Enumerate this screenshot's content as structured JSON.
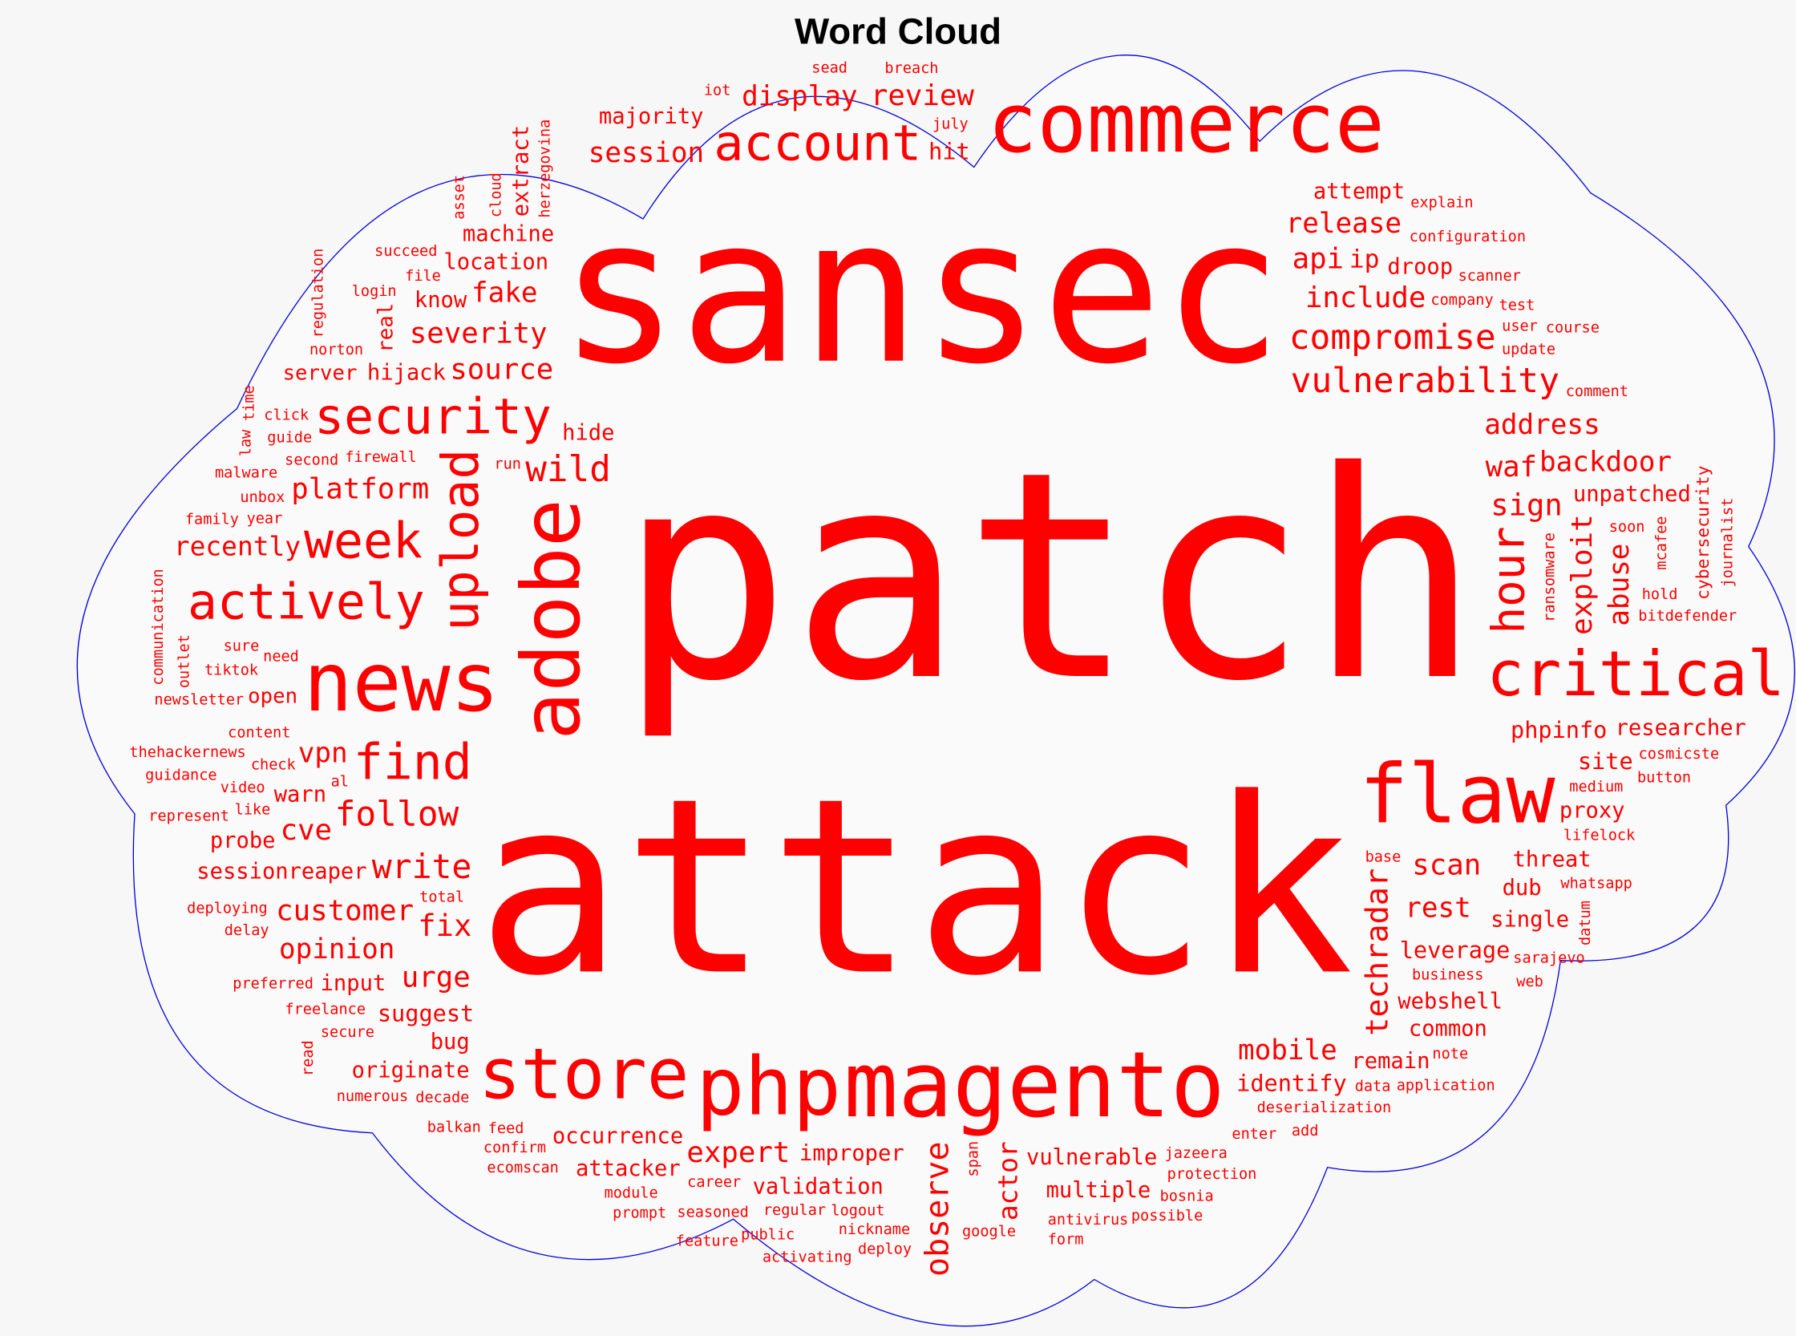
{
  "chart_data": {
    "type": "wordcloud",
    "title": "Word Cloud",
    "colors": {
      "words": "#ff0000",
      "outline": "#0000dd",
      "background": "#f7f7f7"
    },
    "shape": "cloud",
    "words": [
      {
        "text": "patch",
        "weight": 1.0
      },
      {
        "text": "attack",
        "weight": 0.848
      },
      {
        "text": "sansec",
        "weight": 0.7
      },
      {
        "text": "magento",
        "weight": 0.316
      },
      {
        "text": "commerce",
        "weight": 0.288
      },
      {
        "text": "news",
        "weight": 0.284
      },
      {
        "text": "flaw",
        "weight": 0.284
      },
      {
        "text": "adobe",
        "weight": 0.28
      },
      {
        "text": "php",
        "weight": 0.28
      },
      {
        "text": "store",
        "weight": 0.244
      },
      {
        "text": "critical",
        "weight": 0.216
      },
      {
        "text": "upload",
        "weight": 0.176
      },
      {
        "text": "security",
        "weight": 0.172
      },
      {
        "text": "account",
        "weight": 0.172
      },
      {
        "text": "actively",
        "weight": 0.172
      },
      {
        "text": "week",
        "weight": 0.172
      },
      {
        "text": "find",
        "weight": 0.172
      },
      {
        "text": "hour",
        "weight": 0.156
      },
      {
        "text": "wild",
        "weight": 0.124
      },
      {
        "text": "vulnerability",
        "weight": 0.12
      },
      {
        "text": "compromise",
        "weight": 0.12
      },
      {
        "text": "follow",
        "weight": 0.12
      },
      {
        "text": "write",
        "weight": 0.116
      },
      {
        "text": "observe",
        "weight": 0.112
      },
      {
        "text": "techradar",
        "weight": 0.108
      },
      {
        "text": "sign",
        "weight": 0.104
      },
      {
        "text": "fix",
        "weight": 0.104
      },
      {
        "text": "include",
        "weight": 0.1
      },
      {
        "text": "review",
        "weight": 0.1
      },
      {
        "text": "source",
        "weight": 0.1
      },
      {
        "text": "severity",
        "weight": 0.1
      },
      {
        "text": "platform",
        "weight": 0.1
      },
      {
        "text": "waf",
        "weight": 0.1
      },
      {
        "text": "api",
        "weight": 0.1
      },
      {
        "text": "scan",
        "weight": 0.1
      },
      {
        "text": "cve",
        "weight": 0.1
      },
      {
        "text": "customer",
        "weight": 0.1
      },
      {
        "text": "urge",
        "weight": 0.1
      },
      {
        "text": "expert",
        "weight": 0.1
      },
      {
        "text": "exploit",
        "weight": 0.1
      },
      {
        "text": "address",
        "weight": 0.096
      },
      {
        "text": "backdoor",
        "weight": 0.096
      },
      {
        "text": "release",
        "weight": 0.096
      },
      {
        "text": "session",
        "weight": 0.096
      },
      {
        "text": "display",
        "weight": 0.096
      },
      {
        "text": "fake",
        "weight": 0.096
      },
      {
        "text": "vpn",
        "weight": 0.096
      },
      {
        "text": "rest",
        "weight": 0.096
      },
      {
        "text": "opinion",
        "weight": 0.096
      },
      {
        "text": "mobile",
        "weight": 0.096
      },
      {
        "text": "abuse",
        "weight": 0.096
      },
      {
        "text": "recently",
        "weight": 0.092
      },
      {
        "text": "actor",
        "weight": 0.092
      },
      {
        "text": "ip",
        "weight": 0.088
      },
      {
        "text": "hit",
        "weight": 0.08
      },
      {
        "text": "phpinfo",
        "weight": 0.08
      },
      {
        "text": "site",
        "weight": 0.08
      },
      {
        "text": "suggest",
        "weight": 0.08
      },
      {
        "text": "leverage",
        "weight": 0.08
      },
      {
        "text": "identify",
        "weight": 0.08
      },
      {
        "text": "majority",
        "weight": 0.076
      },
      {
        "text": "location",
        "weight": 0.076
      },
      {
        "text": "hijack",
        "weight": 0.076
      },
      {
        "text": "hide",
        "weight": 0.076
      },
      {
        "text": "droop",
        "weight": 0.076
      },
      {
        "text": "attempt",
        "weight": 0.076
      },
      {
        "text": "unpatched",
        "weight": 0.076
      },
      {
        "text": "threat",
        "weight": 0.076
      },
      {
        "text": "machine",
        "weight": 0.076
      },
      {
        "text": "know",
        "weight": 0.076
      },
      {
        "text": "dub",
        "weight": 0.076
      },
      {
        "text": "vulnerable",
        "weight": 0.076
      },
      {
        "text": "proxy",
        "weight": 0.076
      },
      {
        "text": "researcher",
        "weight": 0.076
      },
      {
        "text": "sessionreaper",
        "weight": 0.076
      },
      {
        "text": "warn",
        "weight": 0.076
      },
      {
        "text": "validation",
        "weight": 0.076
      },
      {
        "text": "webshell",
        "weight": 0.076
      },
      {
        "text": "single",
        "weight": 0.076
      },
      {
        "text": "probe",
        "weight": 0.076
      },
      {
        "text": "input",
        "weight": 0.076
      },
      {
        "text": "common",
        "weight": 0.076
      },
      {
        "text": "remain",
        "weight": 0.076
      },
      {
        "text": "bug",
        "weight": 0.076
      },
      {
        "text": "originate",
        "weight": 0.076
      },
      {
        "text": "occurrence",
        "weight": 0.076
      },
      {
        "text": "multiple",
        "weight": 0.076
      },
      {
        "text": "attacker",
        "weight": 0.076
      },
      {
        "text": "improper",
        "weight": 0.076
      },
      {
        "text": "extract",
        "weight": 0.076
      },
      {
        "text": "server",
        "weight": 0.072
      },
      {
        "text": "real",
        "weight": 0.072
      },
      {
        "text": "open",
        "weight": 0.072
      },
      {
        "text": "file",
        "weight": 0.052
      },
      {
        "text": "firewall",
        "weight": 0.052
      },
      {
        "text": "second",
        "weight": 0.052
      },
      {
        "text": "norton",
        "weight": 0.052
      },
      {
        "text": "run",
        "weight": 0.052
      },
      {
        "text": "login",
        "weight": 0.052
      },
      {
        "text": "guide",
        "weight": 0.052
      },
      {
        "text": "succeed",
        "weight": 0.052
      },
      {
        "text": "click",
        "weight": 0.052
      },
      {
        "text": "year",
        "weight": 0.052
      },
      {
        "text": "need",
        "weight": 0.052
      },
      {
        "text": "sure",
        "weight": 0.052
      },
      {
        "text": "unbox",
        "weight": 0.052
      },
      {
        "text": "family",
        "weight": 0.052
      },
      {
        "text": "tiktok",
        "weight": 0.052
      },
      {
        "text": "content",
        "weight": 0.052
      },
      {
        "text": "newsletter",
        "weight": 0.052
      },
      {
        "text": "check",
        "weight": 0.052
      },
      {
        "text": "malware",
        "weight": 0.052
      },
      {
        "text": "like",
        "weight": 0.052
      },
      {
        "text": "video",
        "weight": 0.052
      },
      {
        "text": "al",
        "weight": 0.052
      },
      {
        "text": "thehackernews",
        "weight": 0.052
      },
      {
        "text": "deploying",
        "weight": 0.052
      },
      {
        "text": "freelance",
        "weight": 0.052
      },
      {
        "text": "delay",
        "weight": 0.052
      },
      {
        "text": "preferred",
        "weight": 0.052
      },
      {
        "text": "total",
        "weight": 0.052
      },
      {
        "text": "secure",
        "weight": 0.052
      },
      {
        "text": "decade",
        "weight": 0.052
      },
      {
        "text": "feed",
        "weight": 0.052
      },
      {
        "text": "confirm",
        "weight": 0.052
      },
      {
        "text": "balkan",
        "weight": 0.052
      },
      {
        "text": "numerous",
        "weight": 0.052
      },
      {
        "text": "ecomscan",
        "weight": 0.052
      },
      {
        "text": "career",
        "weight": 0.052
      },
      {
        "text": "module",
        "weight": 0.052
      },
      {
        "text": "regular",
        "weight": 0.052
      },
      {
        "text": "seasoned",
        "weight": 0.052
      },
      {
        "text": "represent",
        "weight": 0.052
      },
      {
        "text": "logout",
        "weight": 0.052
      },
      {
        "text": "nickname",
        "weight": 0.052
      },
      {
        "text": "public",
        "weight": 0.052
      },
      {
        "text": "deploy",
        "weight": 0.052
      },
      {
        "text": "prompt",
        "weight": 0.052
      },
      {
        "text": "google",
        "weight": 0.052
      },
      {
        "text": "activating",
        "weight": 0.052
      },
      {
        "text": "feature",
        "weight": 0.052
      },
      {
        "text": "antivirus",
        "weight": 0.052
      },
      {
        "text": "deserialization",
        "weight": 0.052
      },
      {
        "text": "guidance",
        "weight": 0.052
      },
      {
        "text": "base",
        "weight": 0.052
      },
      {
        "text": "jazeera",
        "weight": 0.052
      },
      {
        "text": "business",
        "weight": 0.052
      },
      {
        "text": "enter",
        "weight": 0.052
      },
      {
        "text": "data",
        "weight": 0.052
      },
      {
        "text": "add",
        "weight": 0.052
      },
      {
        "text": "application",
        "weight": 0.052
      },
      {
        "text": "protection",
        "weight": 0.052
      },
      {
        "text": "bosnia",
        "weight": 0.052
      },
      {
        "text": "possible",
        "weight": 0.052
      },
      {
        "text": "form",
        "weight": 0.052
      },
      {
        "text": "note",
        "weight": 0.052
      },
      {
        "text": "sarajevo",
        "weight": 0.052
      },
      {
        "text": "whatsapp",
        "weight": 0.052
      },
      {
        "text": "medium",
        "weight": 0.052
      },
      {
        "text": "web",
        "weight": 0.052
      },
      {
        "text": "bitdefender",
        "weight": 0.052
      },
      {
        "text": "soon",
        "weight": 0.052
      },
      {
        "text": "lifelock",
        "weight": 0.052
      },
      {
        "text": "company",
        "weight": 0.052
      },
      {
        "text": "breach",
        "weight": 0.052
      },
      {
        "text": "update",
        "weight": 0.052
      },
      {
        "text": "user",
        "weight": 0.052
      },
      {
        "text": "scanner",
        "weight": 0.052
      },
      {
        "text": "configuration",
        "weight": 0.052
      },
      {
        "text": "sead",
        "weight": 0.052
      },
      {
        "text": "july",
        "weight": 0.052
      },
      {
        "text": "iot",
        "weight": 0.052
      },
      {
        "text": "explain",
        "weight": 0.052
      },
      {
        "text": "test",
        "weight": 0.052
      },
      {
        "text": "course",
        "weight": 0.052
      },
      {
        "text": "comment",
        "weight": 0.052
      },
      {
        "text": "hold",
        "weight": 0.052
      },
      {
        "text": "cosmicste",
        "weight": 0.052
      },
      {
        "text": "button",
        "weight": 0.052
      },
      {
        "text": "cybersecurity",
        "weight": 0.06
      },
      {
        "text": "ransomware",
        "weight": 0.052
      },
      {
        "text": "journalist",
        "weight": 0.052
      },
      {
        "text": "mcafee",
        "weight": 0.052
      },
      {
        "text": "herzegovina",
        "weight": 0.052
      },
      {
        "text": "cloud",
        "weight": 0.052
      },
      {
        "text": "asset",
        "weight": 0.052
      },
      {
        "text": "communication",
        "weight": 0.052
      },
      {
        "text": "read",
        "weight": 0.052
      },
      {
        "text": "outlet",
        "weight": 0.052
      },
      {
        "text": "law",
        "weight": 0.052
      },
      {
        "text": "regulation",
        "weight": 0.052
      },
      {
        "text": "time",
        "weight": 0.052
      },
      {
        "text": "span",
        "weight": 0.052
      },
      {
        "text": "datum",
        "weight": 0.052
      }
    ]
  }
}
